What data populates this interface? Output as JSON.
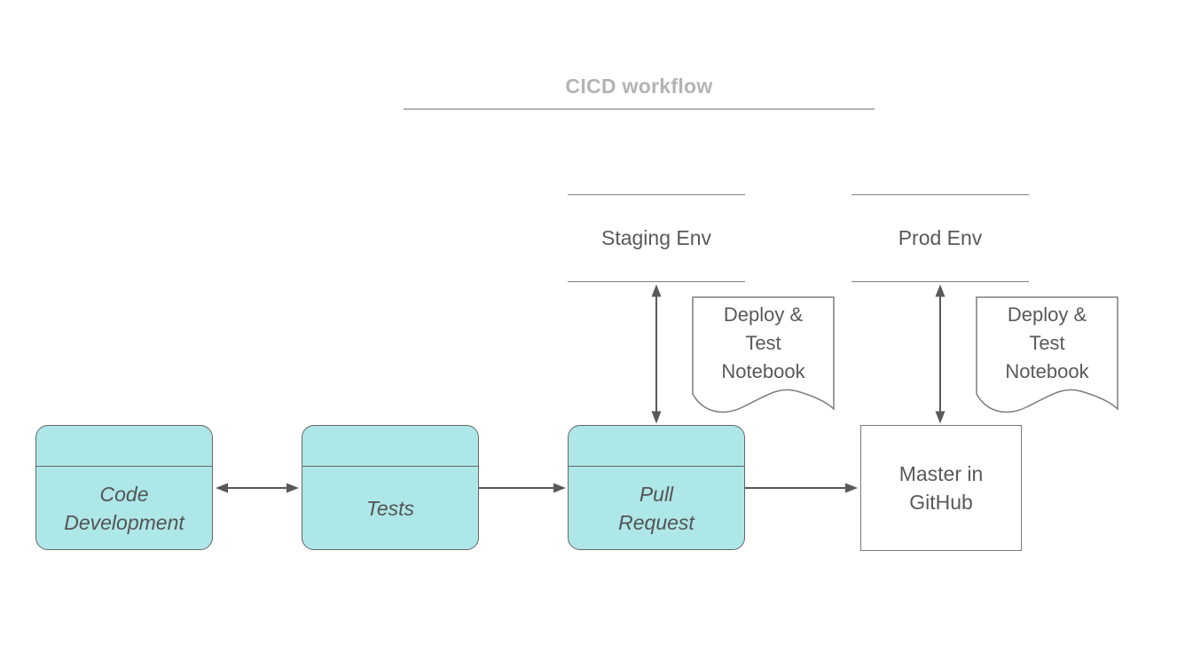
{
  "diagram": {
    "title": "CICD workflow",
    "environments": [
      {
        "label": "Staging Env"
      },
      {
        "label": "Prod Env"
      }
    ],
    "documents": [
      {
        "label": "Deploy &\nTest\nNotebook"
      },
      {
        "label": "Deploy &\nTest\nNotebook"
      }
    ],
    "process_nodes": [
      {
        "label": "Code\nDevelopment"
      },
      {
        "label": "Tests"
      },
      {
        "label": "Pull\nRequest"
      }
    ],
    "repo_node": {
      "label": "Master in\nGitHub"
    },
    "colors": {
      "node_fill": "#aee7e8",
      "node_border": "#666666",
      "label_text": "#595959",
      "title_text": "#b3b3b3",
      "bracket_line": "#7f7f7f",
      "arrow": "#595959"
    }
  }
}
